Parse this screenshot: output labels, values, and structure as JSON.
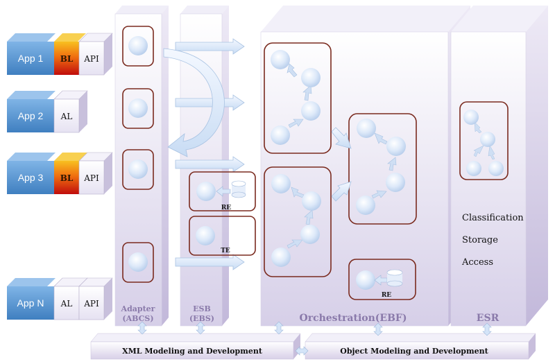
{
  "apps": [
    {
      "name": "App 1",
      "layers": [
        "BL",
        "API"
      ]
    },
    {
      "name": "App 2",
      "layers": [
        "AL"
      ]
    },
    {
      "name": "App 3",
      "layers": [
        "BL",
        "API"
      ]
    },
    {
      "name": "App N",
      "layers": [
        "AL",
        "API"
      ]
    }
  ],
  "columns": {
    "adapter": {
      "label_line1": "Adapter",
      "label_line2": "(ABCS)"
    },
    "esb": {
      "label_line1": "ESB",
      "label_line2": "(EBS)"
    },
    "orchestration": {
      "label": "Orchestration(EBF)"
    },
    "esr": {
      "label": "ESR"
    }
  },
  "esb_boxes": {
    "routing": "RE",
    "transformation": "TE"
  },
  "orchestration_box": {
    "label": "RE"
  },
  "esr_features": [
    "Classification",
    "Storage",
    "Access"
  ],
  "bars": {
    "xml": "XML  Modeling and Development",
    "object": "Object Modeling and Development"
  },
  "colors": {
    "app_blue": "#4f8fcc",
    "bl_orange": "#f08a10",
    "bl_red": "#c41010",
    "panel_lavender": "#e8e4f2",
    "frame_brown": "#7a2a1e",
    "label_purple": "#8a7aaa"
  }
}
